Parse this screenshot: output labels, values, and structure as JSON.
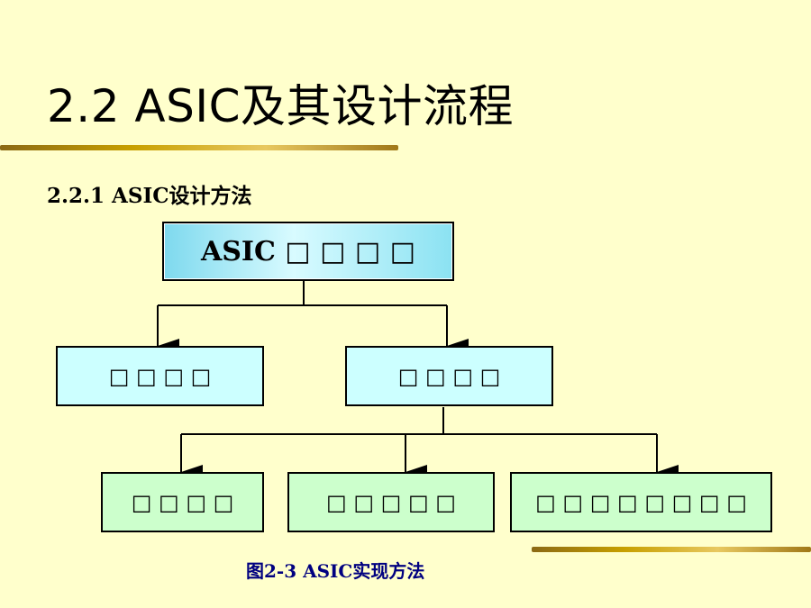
{
  "slide": {
    "title": "2.2  ASIC及其设计流程",
    "subtitle": "2.2.1  ASIC设计方法",
    "caption": "图2-3  ASIC实现方法"
  },
  "colors": {
    "background": "#FFFFCC",
    "rule_gradient": [
      "#8B6914",
      "#C8A000",
      "#E8C860",
      "#A07818"
    ],
    "caption": "#000080",
    "mid_box_fill": "#CCFFFF",
    "leaf_box_fill": "#CCFFCC",
    "root_box_fill": "#BFF3FA"
  },
  "diagram": {
    "root": {
      "label": "ASIC □ □ □ □"
    },
    "left": {
      "label": "□ □ □ □"
    },
    "right": {
      "label": "□ □ □ □"
    },
    "leaf1": {
      "label": "□ □ □ □"
    },
    "leaf2": {
      "label": "□ □ □ □ □"
    },
    "leaf3": {
      "label": "□ □ □ □ □ □ □ □"
    }
  }
}
